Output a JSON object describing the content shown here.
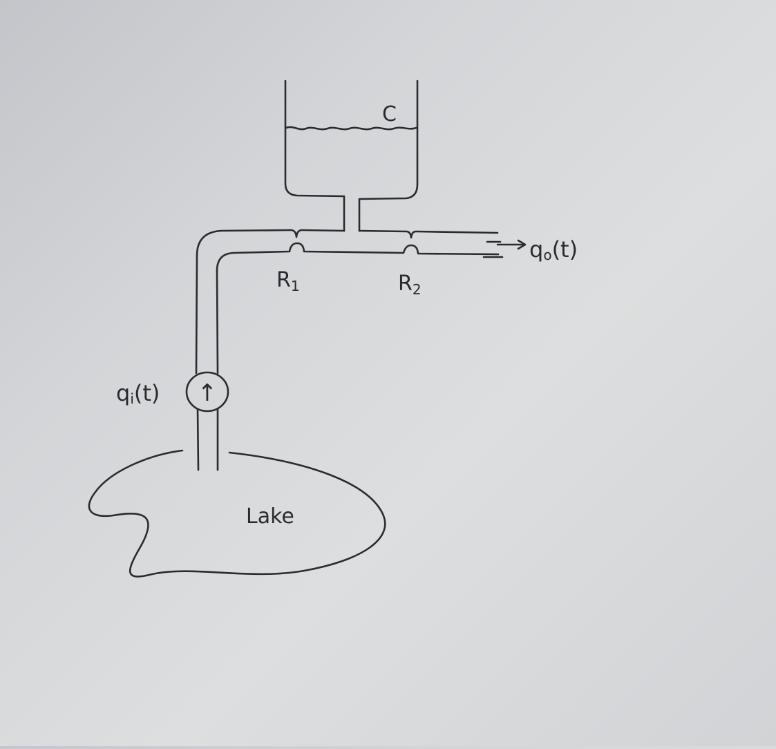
{
  "diagram": {
    "tank_label": "C",
    "resistor_1_label": "R",
    "resistor_1_subscript": "1",
    "resistor_2_label": "R",
    "resistor_2_subscript": "2",
    "inflow_label": "q",
    "inflow_subscript": "i",
    "inflow_arg": "(t)",
    "outflow_label": "q",
    "outflow_subscript": "o",
    "outflow_arg": "(t)",
    "pump_arrow_glyph": "↑",
    "lake_label": "Lake"
  }
}
